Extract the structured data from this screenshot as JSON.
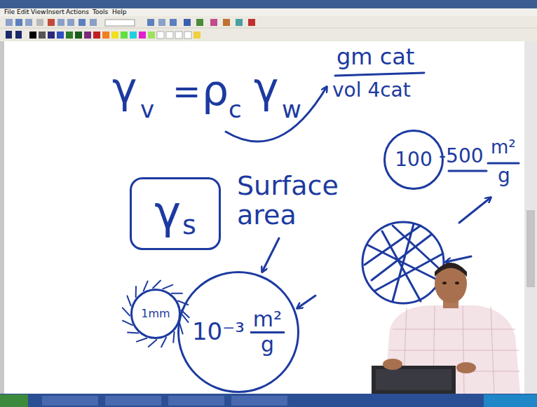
{
  "diagram": {
    "nodes": [
      {
        "text": [
          "γ",
          "s"
        ]
      },
      {
        "text": [
          "100"
        ]
      },
      {
        "text": [
          "1mm"
        ]
      },
      {
        "text": [
          "10⁻³",
          "m²",
          "g"
        ]
      }
    ],
    "labels": [
      "File",
      "Edit",
      "View",
      "Insert",
      "Actions",
      "Tools",
      "Help",
      "γ",
      "v",
      "=",
      "ρ",
      "c",
      "γ",
      "w",
      "gm cat",
      "vol 4cat",
      "Surface area",
      "-500",
      "m²",
      "g"
    ]
  }
}
